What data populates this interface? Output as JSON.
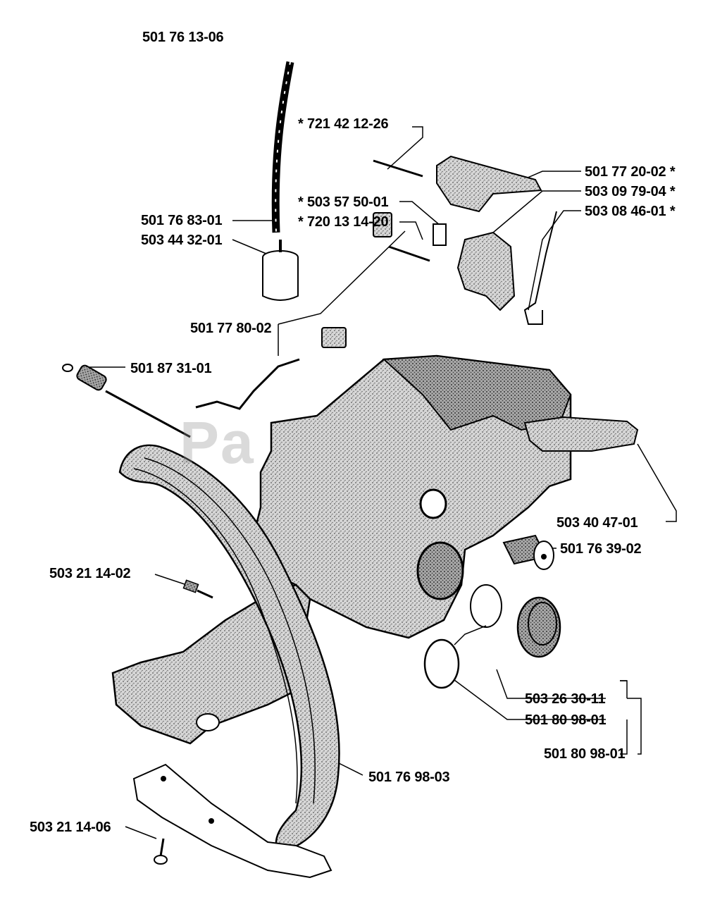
{
  "watermark": "Pa",
  "labels": {
    "l_tank_top": "501 76 13-06",
    "l_721": "* 721 42 12-26",
    "l_50177": "501 77 20-02 *",
    "l_503095": "503 09 79-04 *",
    "l_503084": "503 08 46-01 *",
    "l_503575": "* 503 57 50-01",
    "l_720": "* 720 13 14-20",
    "l_501768": "501 76 83-01",
    "l_503443": "503 44 32-01",
    "l_501778": "501 77 80-02",
    "l_501873": "501 87 31-01",
    "l_503404": "503 40 47-01",
    "l_501763": "501 76 39-02",
    "l_503211_02": "503 21 14-02",
    "l_503263": "503 26 30-11",
    "l_501809_a": "501 80 98-01",
    "l_501809_b": "501 80 98-01",
    "l_501769": "501 76 98-03",
    "l_503211_06": "503 21 14-06"
  },
  "colors": {
    "ink": "#000000",
    "stipple": "#b8b8b8",
    "paper": "#ffffff"
  }
}
